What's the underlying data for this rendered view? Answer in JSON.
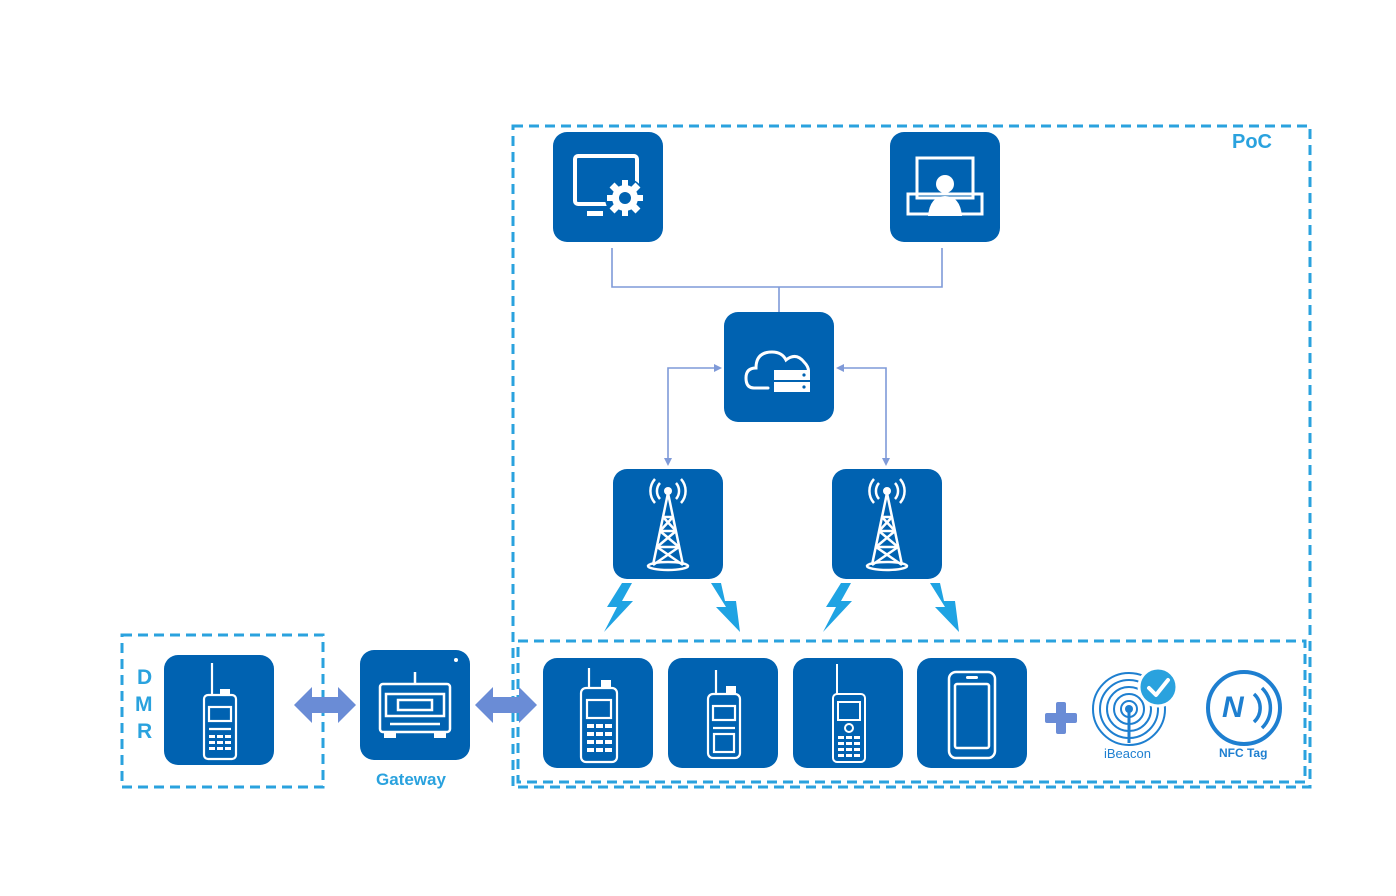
{
  "labels": {
    "poc": "PoC",
    "dmr": [
      "D",
      "M",
      "R"
    ],
    "gateway": "Gateway",
    "ibeacon": "iBeacon",
    "nfc": "NFC Tag",
    "nfc_mark": "N"
  },
  "colors": {
    "tile": "#0062b1",
    "dashed_border": "#2aa2de",
    "connector": "#7f9ad8",
    "arrow": "#6a8cd6",
    "lightning": "#1fa3e3"
  },
  "icons": {
    "dispatch_console": "monitor-gear-icon",
    "dispatcher": "dispatcher-monitor-icon",
    "server": "cloud-server-icon",
    "tower": "radio-tower-icon",
    "radio": "walkie-talkie-icon",
    "phone": "smartphone-icon",
    "gateway": "gateway-device-icon",
    "ibeacon": "ibeacon-icon",
    "nfc": "nfc-tag-icon"
  }
}
